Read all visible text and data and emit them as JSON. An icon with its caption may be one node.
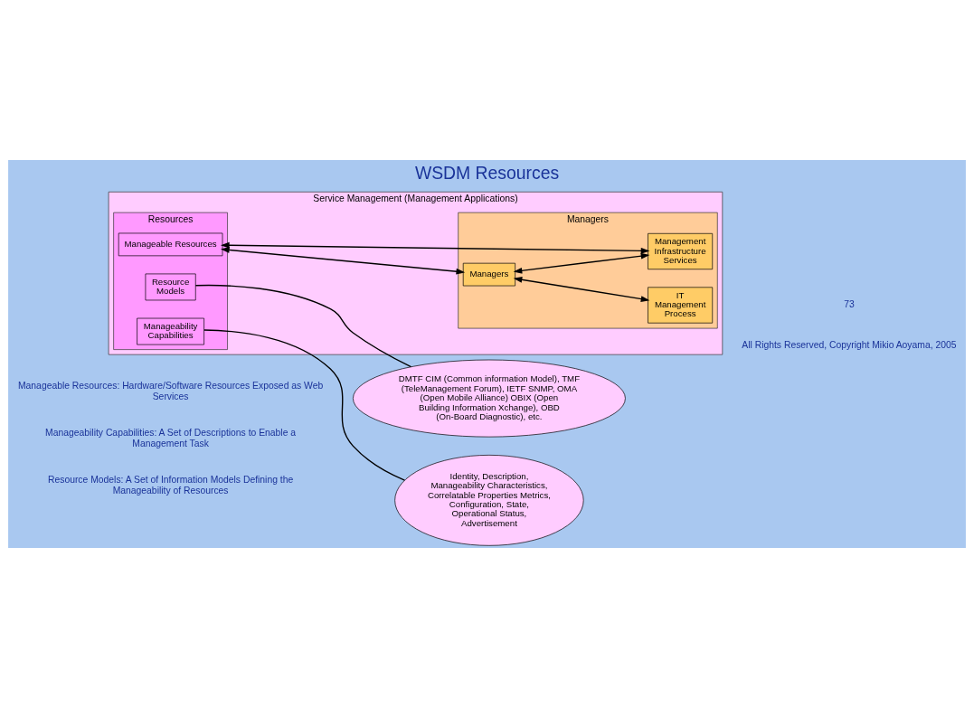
{
  "diagram": {
    "title": "WSDM Resources",
    "nodes": [
      {
        "text": [
          "Service Management (Management Applications)"
        ]
      },
      {
        "text": [
          "Resources"
        ],
        "in": 0
      },
      {
        "text": [
          "Manageable Resources"
        ],
        "in": 1
      },
      {
        "text": [
          "Manageability Capabilities"
        ],
        "in": 1
      },
      {
        "text": [
          "Resource Models"
        ],
        "in": 1
      },
      {
        "text": [
          "Managers"
        ],
        "in": 0
      },
      {
        "text": [
          "Managers"
        ],
        "in": 5
      },
      {
        "text": [
          "Management Infrastructure Services"
        ],
        "in": 5
      },
      {
        "text": [
          "IT Management Process"
        ],
        "in": 5
      },
      {
        "text": [
          "Identity, Description, Manageability Characteristics, Correlatable Properties Metrics, Configuration, State, Operational Status, Advertisement"
        ]
      },
      {
        "text": [
          "DMTF CIM (Common information Model), TMF (TeleManagement Forum), IETF SNMP, OMA (Open Mobile Alliance) OBIX (Open Building Information Xchange), OBD (On-Board Diagnostic), etc."
        ]
      }
    ],
    "edges": [
      {
        "from": 2,
        "to": 6,
        "arrow": "both"
      },
      {
        "from": 2,
        "to": 7,
        "arrow": "both"
      },
      {
        "from": 6,
        "to": 7,
        "arrow": "both"
      },
      {
        "from": 6,
        "to": 8,
        "arrow": "both"
      },
      {
        "from": 9,
        "to": 3,
        "arrow": "none"
      },
      {
        "from": 10,
        "to": 4,
        "arrow": "none"
      }
    ],
    "labels": [
      "Manageable Resources: Hardware/Software Resources Exposed as Web Services",
      "Manageability Capabilities: A Set of Descriptions to Enable a Management Task",
      "Resource Models: A Set of Information Models Defining the Manageability of Resources",
      "73",
      "All Rights Reserved, Copyright Mikio Aoyama, 2005"
    ]
  }
}
